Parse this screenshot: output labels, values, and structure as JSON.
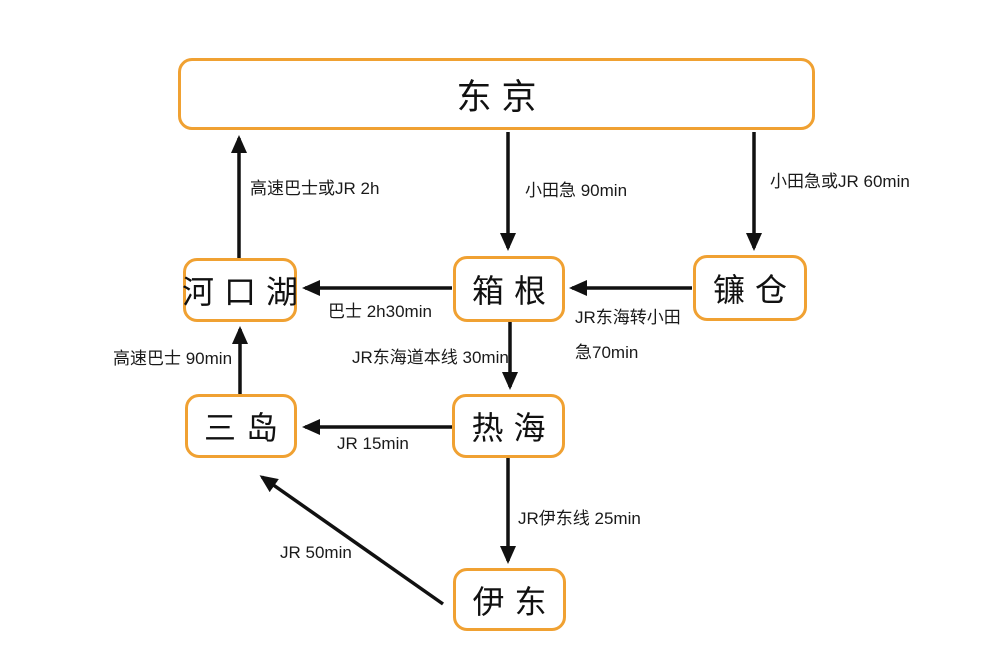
{
  "diagram": {
    "title": "Tokyo area transit route diagram",
    "colors": {
      "node_border": "#F0A132",
      "node_fill": "#FFFFFF",
      "arrow": "#111111",
      "label_text": "#1A1A1A",
      "background": "#FFFFFF"
    },
    "nodes": {
      "tokyo": {
        "label": "东京"
      },
      "kawaguchiko": {
        "label": "河口湖"
      },
      "hakone": {
        "label": "箱根"
      },
      "kamakura": {
        "label": "镰仓"
      },
      "mishima": {
        "label": "三岛"
      },
      "atami": {
        "label": "热海"
      },
      "ito": {
        "label": "伊东"
      }
    },
    "edges": {
      "kawaguchiko_to_tokyo": {
        "from": "河口湖",
        "to": "东京",
        "label": "高速巴士或JR 2h"
      },
      "tokyo_to_hakone": {
        "from": "东京",
        "to": "箱根",
        "label": "小田急 90min"
      },
      "tokyo_to_kamakura": {
        "from": "东京",
        "to": "镰仓",
        "label": "小田急或JR 60min"
      },
      "hakone_to_kawaguchiko": {
        "from": "箱根",
        "to": "河口湖",
        "label": "巴士 2h30min"
      },
      "kamakura_to_hakone": {
        "from": "镰仓",
        "to": "箱根",
        "label": "JR东海转小田急70min",
        "lines": [
          "JR东海转小田",
          "急70min"
        ]
      },
      "hakone_to_atami": {
        "from": "箱根",
        "to": "热海",
        "label": "JR东海道本线 30min"
      },
      "mishima_to_kawaguchiko": {
        "from": "三岛",
        "to": "河口湖",
        "label": "高速巴士 90min"
      },
      "atami_to_mishima": {
        "from": "热海",
        "to": "三岛",
        "label": "JR 15min"
      },
      "atami_to_ito": {
        "from": "热海",
        "to": "伊东",
        "label": "JR伊东线 25min"
      },
      "ito_to_mishima": {
        "from": "伊东",
        "to": "三岛",
        "label": "JR 50min"
      }
    }
  }
}
